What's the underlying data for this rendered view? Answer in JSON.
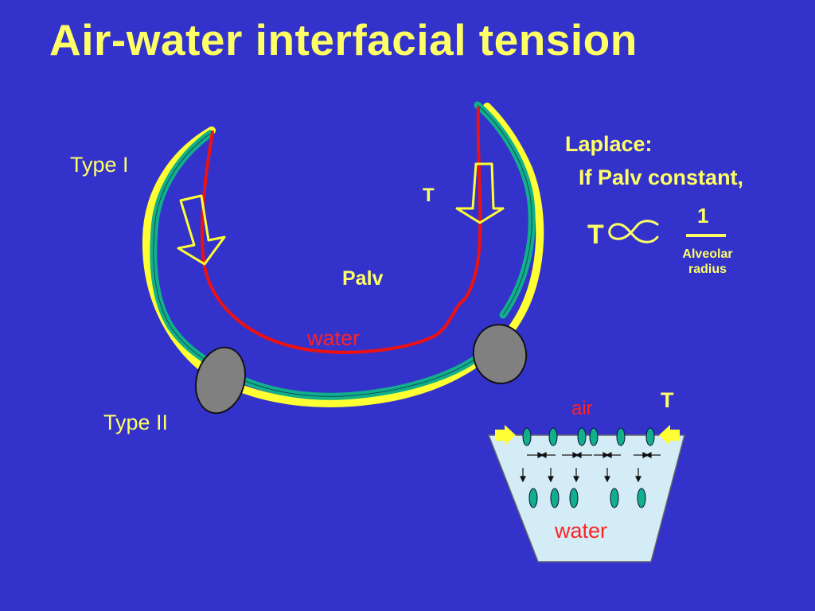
{
  "slide": {
    "title": "Air-water interfacial tension",
    "labels": {
      "type_one": "Type I",
      "type_two": "Type II",
      "tension_center": "T",
      "palv": "Palv",
      "water_alveolus": "water"
    },
    "laplace": {
      "heading": "Laplace:",
      "condition": "If Palv constant,",
      "tension_symbol": "T",
      "proportional_symbol": "∝",
      "numerator": "1",
      "denominator": "Alveolar radius"
    },
    "beaker": {
      "air_label": "air",
      "tension_label": "T",
      "water_label": "water"
    }
  },
  "colors": {
    "background": "#3333cc",
    "text_yellow": "#ffff66",
    "text_red": "#ff2222",
    "membrane_green": "#12b08a",
    "membrane_yellow": "#ffff33",
    "liquid_line_red": "#ee1111",
    "type2_cell_gray": "#808080",
    "beaker_water": "#d4ecf6"
  },
  "icons": {
    "proportional": "proportional-symbol",
    "arrows": "hollow-down-arrow"
  }
}
